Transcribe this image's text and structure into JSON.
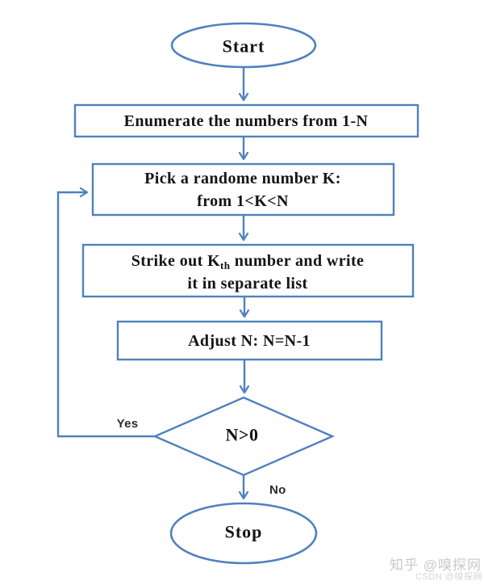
{
  "canvas": {
    "background": "#ffffff",
    "accent_color": "#4f81bd",
    "text_color": "#141414"
  },
  "flowchart": {
    "nodes": {
      "start": {
        "label": "Start"
      },
      "enumerate": {
        "label": "Enumerate the numbers from 1-N"
      },
      "pick": {
        "line1": "Pick a randome number K:",
        "line2": "from 1<K<N"
      },
      "strike": {
        "line1_prefix": "Strike out K",
        "line1_subscript": "th",
        "line1_suffix": " number and write",
        "line2": "it in separate list"
      },
      "adjust": {
        "label": "Adjust N: N=N-1"
      },
      "decision": {
        "label": "N>0"
      },
      "stop": {
        "label": "Stop"
      }
    },
    "branch_labels": {
      "yes": "Yes",
      "no": "No"
    }
  },
  "watermarks": {
    "zhihu": "知乎 @嗅探网",
    "csdn": "CSDN @嗅探网"
  }
}
